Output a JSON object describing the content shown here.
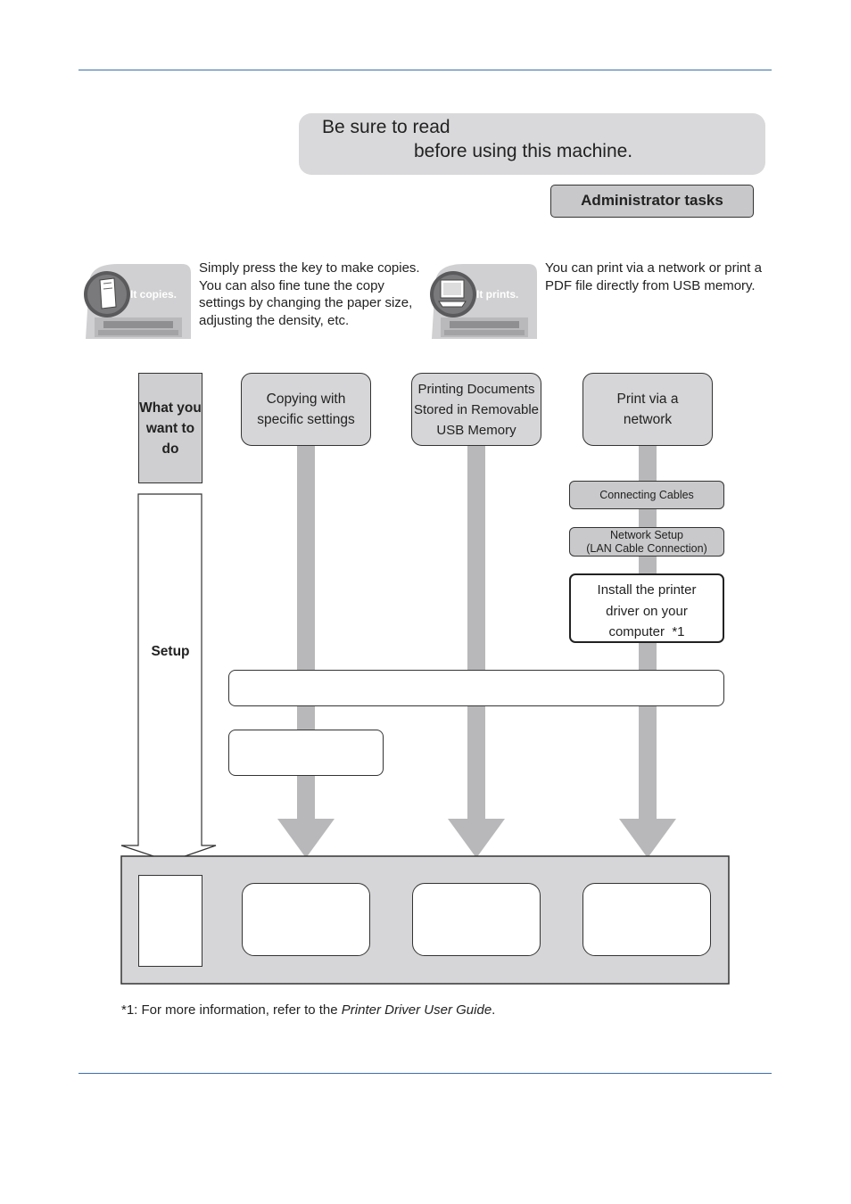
{
  "banner": {
    "line1": "Be sure to read",
    "line2": "before using this machine."
  },
  "admin_tasks_label": "Administrator tasks",
  "features": {
    "copy": {
      "icon_text": "It copies.",
      "description": "Simply press the key to make copies. You can also fine tune the copy settings by changing the paper size, adjusting the density, etc."
    },
    "print": {
      "icon_text": "It prints.",
      "description": "You can print via a network or print a PDF file directly from USB memory."
    }
  },
  "flow": {
    "what_you_want": "What you want to do",
    "setup": "Setup",
    "columns": [
      {
        "label": "Copying with specific settings"
      },
      {
        "label": "Printing Documents Stored in Removable USB Memory"
      },
      {
        "label": "Print via a network"
      }
    ],
    "steps": {
      "connecting_cables": "Connecting Cables",
      "network_setup_line1": "Network Setup",
      "network_setup_line2": "(LAN Cable Connection)",
      "install_driver": "Install the printer driver on your computer",
      "install_driver_note": "*1"
    }
  },
  "footnote": {
    "prefix": "*1: For more information, refer to the ",
    "guide": "Printer Driver User Guide",
    "suffix": "."
  },
  "colors": {
    "rule": "#3a6fa8",
    "arrow": "#b8b8ba",
    "box_fill": "#d6d6d8",
    "banner_fill": "#d9d9db"
  }
}
